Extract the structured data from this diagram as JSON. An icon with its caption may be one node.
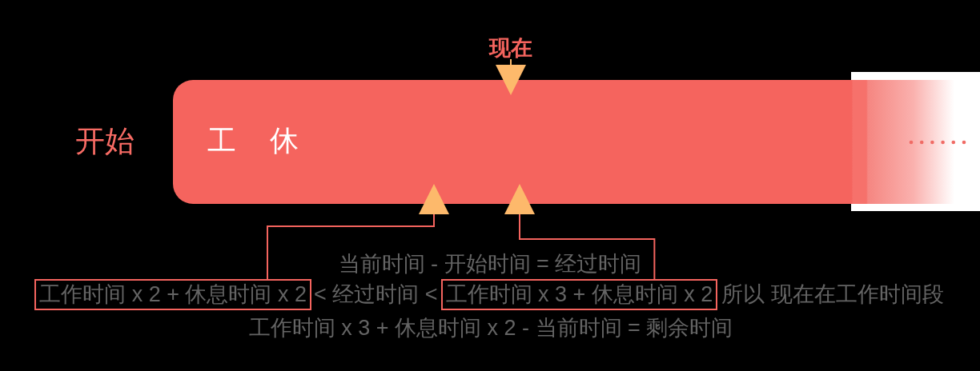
{
  "diagram": {
    "nodes": [
      {
        "text": [
          "工",
          "休"
        ],
        "beside": [
          "开始"
        ]
      },
      {
        "text": [
          "现在"
        ]
      },
      {
        "text": [
          "工作时间 x 2 + 休息时间 x 2"
        ]
      },
      {
        "text": [
          "工作时间 x 3 + 休息时间 x 2"
        ]
      }
    ],
    "edges": [
      {
        "from": 1,
        "to": 0,
        "arrow": "to",
        "color": "#fdb96b"
      },
      {
        "from": 2,
        "to": 0,
        "arrow": "to"
      },
      {
        "from": 3,
        "to": 0,
        "arrow": "to"
      }
    ],
    "labels": [
      "当前时间 - 开始时间 = 经过时间",
      "< 经过时间 <",
      "所以 现在在工作时间段",
      "工作时间 x 3 + 休息时间 x 2 - 当前时间 = 剩余时间"
    ]
  }
}
